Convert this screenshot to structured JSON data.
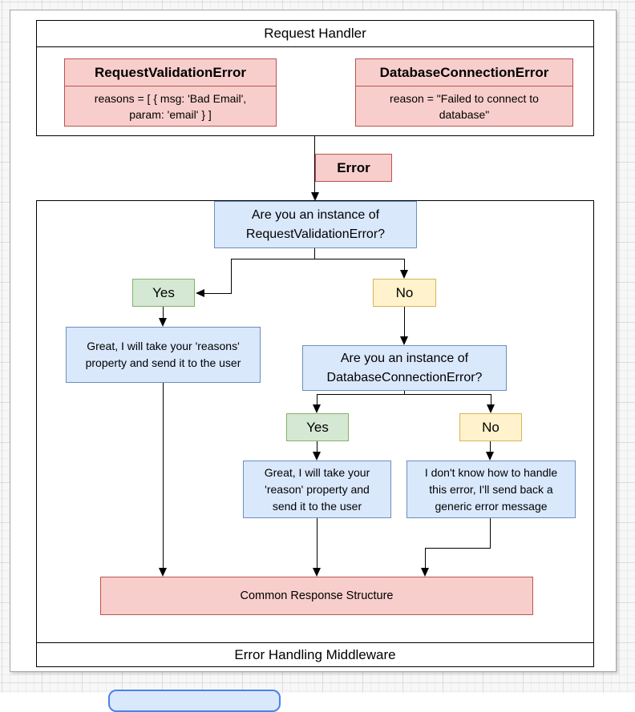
{
  "palette": {
    "red_fill": "#f8cecc",
    "red_stroke": "#b85450",
    "blue_fill": "#dae8fc",
    "blue_stroke": "#6c8ebf",
    "green_fill": "#d5e8d4",
    "green_stroke": "#82b366",
    "yellow_fill": "#fff2cc",
    "yellow_stroke": "#d6b656",
    "line_color": "#000000",
    "page_bg": "#ffffff"
  },
  "request_handler": {
    "title": "Request Handler",
    "validation_error": {
      "name": "RequestValidationError",
      "body": "reasons = [ { msg: 'Bad Email',\nparam: 'email' } ]"
    },
    "connection_error": {
      "name": "DatabaseConnectionError",
      "body": "reason = \"Failed to connect to\ndatabase\""
    }
  },
  "error_edge_label": "Error",
  "middleware": {
    "title": "Error Handling Middleware",
    "question1": "Are you an instance of\nRequestValidationError?",
    "branch1_yes": "Yes",
    "branch1_no": "No",
    "yes1_result": "Great, I will take your 'reasons'\nproperty and send it to the user",
    "question2": "Are you an instance of\nDatabaseConnectionError?",
    "branch2_yes": "Yes",
    "branch2_no": "No",
    "yes2_result": "Great, I will take your\n'reason' property and\nsend it to the user",
    "no2_result": "I don't know how to handle\nthis error, I'll send back a\ngeneric error message",
    "common_response": "Common Response Structure"
  }
}
